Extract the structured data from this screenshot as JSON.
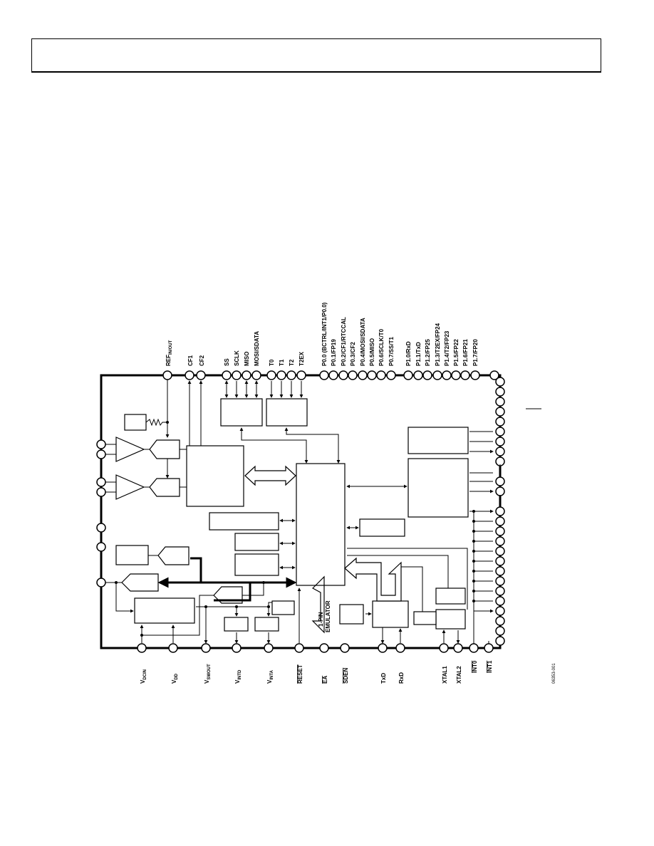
{
  "pins": {
    "top_ref": "REF",
    "top_ref_sub": "IN/OUT",
    "top_cf": [
      "CF1",
      "CF2"
    ],
    "top_spi": [
      "SS",
      "SCLK",
      "MISO",
      "MOSI/SDATA"
    ],
    "top_timers": [
      "T0",
      "T1",
      "T2",
      "T2EX"
    ],
    "top_port0": [
      "P0.0 (BCTRL/INT1/P0.0)",
      "P0.1/FP19",
      "P0.2/CF1/RTCCAL",
      "P0.3/CF2",
      "P0.4/MOSI/SDATA",
      "P0.5/MISO",
      "P0.6/SCLK/T0",
      "P0.7/SS/T1"
    ],
    "top_port1": [
      "P1.0/RxD",
      "P1.1/TxD",
      "P1.2/FP25",
      "P1.3/T2EX/FP24",
      "P1.4/T2/FP23",
      "P1.5/FP22",
      "P1.6/FP21",
      "P1.7/FP20"
    ],
    "bottom": [
      {
        "main": "V",
        "sub": "DCIN"
      },
      {
        "main": "V",
        "sub": "DD"
      },
      {
        "main": "V",
        "sub": "SWOUT"
      },
      {
        "main": "V",
        "sub": "INTD"
      },
      {
        "main": "V",
        "sub": "INTA"
      },
      {
        "main": "RESET",
        "sub": ""
      },
      {
        "main": "EA",
        "sub": ""
      },
      {
        "main": "SDEN",
        "sub": ""
      },
      {
        "main": "TxD",
        "sub": ""
      },
      {
        "main": "RxD",
        "sub": ""
      },
      {
        "main": "XTAL1",
        "sub": ""
      },
      {
        "main": "XTAL2",
        "sub": ""
      },
      {
        "main": "INT0",
        "sub": ""
      },
      {
        "main": "INT1",
        "sub": ""
      }
    ]
  },
  "emulator_label": [
    "1-PIN",
    "EMULATOR"
  ],
  "figure_id": "06353-001"
}
